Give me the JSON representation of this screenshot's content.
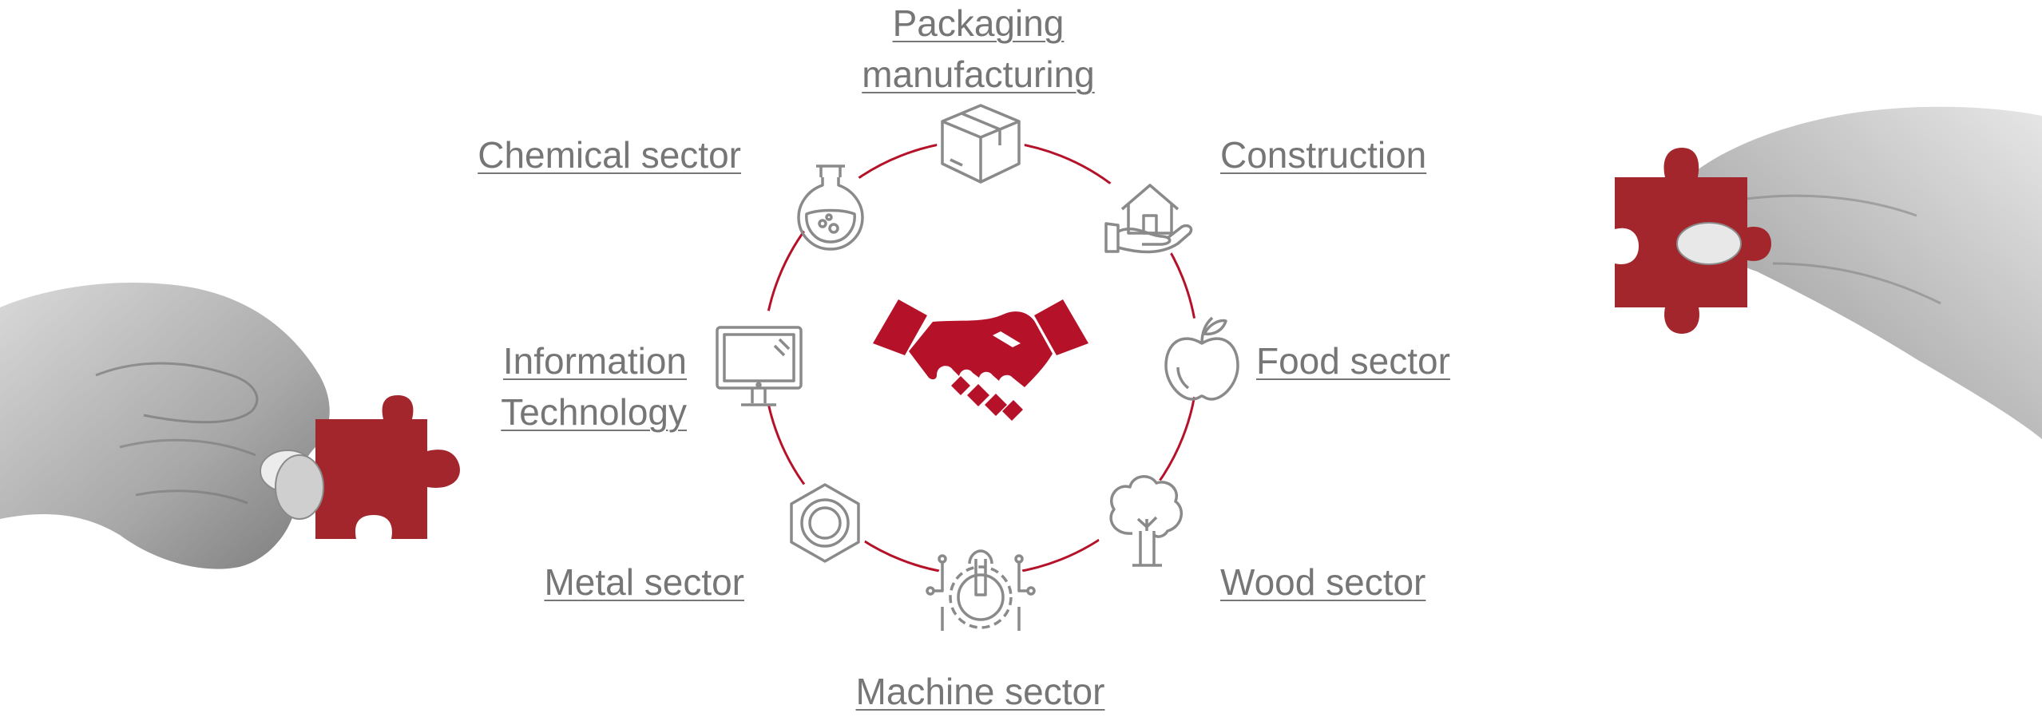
{
  "colors": {
    "accent_red": "#b5122a",
    "icon_gray": "#8a8a8a",
    "text_gray": "#767676",
    "puzzle_red": "#a3262d",
    "hand_gray": "#9a9a9a"
  },
  "center_icon": "handshake-icon",
  "sectors": {
    "packaging": {
      "line1": "Packaging",
      "line2": "manufacturing",
      "icon": "box-icon"
    },
    "construction": {
      "label": "Construction",
      "icon": "house-in-hand-icon"
    },
    "food": {
      "label": "Food sector",
      "icon": "apple-icon"
    },
    "wood": {
      "label": "Wood sector",
      "icon": "tree-icon"
    },
    "machine": {
      "label": "Machine sector",
      "icon": "gear-wrench-icon"
    },
    "metal": {
      "label": "Metal sector",
      "icon": "hex-nut-icon"
    },
    "it": {
      "line1": "Information",
      "line2": "Technology",
      "icon": "monitor-icon"
    },
    "chemical": {
      "label": "Chemical sector",
      "icon": "flask-icon"
    }
  },
  "decorations": [
    "left-hand-with-puzzle-piece",
    "right-hand-with-puzzle-piece"
  ]
}
